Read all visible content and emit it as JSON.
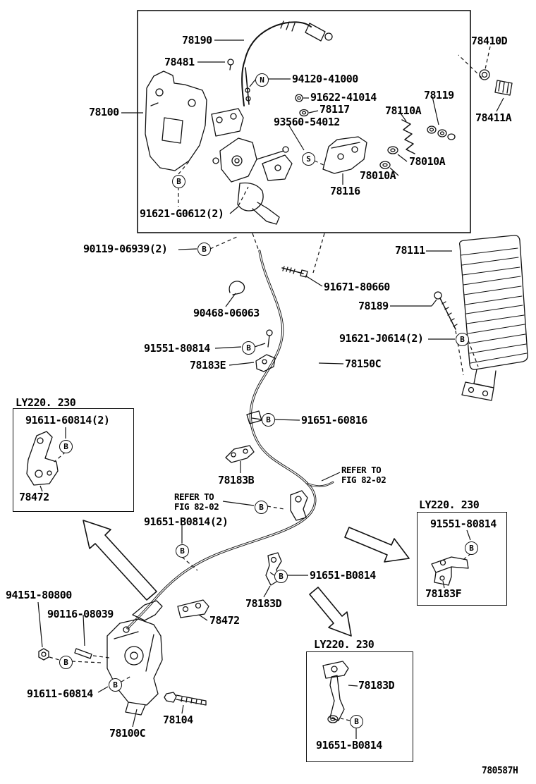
{
  "diagram": {
    "title_hint": "accelerator pedal and throttle link exploded parts diagram",
    "footer": "780587H",
    "variant": "LY220. 230",
    "refer1": "REFER TO",
    "refer2": "FIG 82-02",
    "connector_letters": {
      "B": "B",
      "N": "N",
      "S": "S"
    },
    "labels": {
      "p78190": "78190",
      "p78481": "78481",
      "p78410D": "78410D",
      "p94120_41000": "94120-41000",
      "p91622_41014": "91622-41014",
      "p78117": "78117",
      "p78119": "78119",
      "p78110A": "78110A",
      "p93560_54012": "93560-54012",
      "p78100": "78100",
      "p78411A": "78411A",
      "p78010A": "78010A",
      "p78116": "78116",
      "p91621_G0612_2": "91621-G0612(2)",
      "p90119_06939_2": "90119-06939(2)",
      "p78111": "78111",
      "p91671_80660": "91671-80660",
      "p78189": "78189",
      "p90468_06063": "90468-06063",
      "p91621_J0614_2": "91621-J0614(2)",
      "p91551_80814": "91551-80814",
      "p78183E": "78183E",
      "p78150C": "78150C",
      "p91651_60816": "91651-60816",
      "p91611_60814_2": "91611-60814(2)",
      "p78472": "78472",
      "p78183B": "78183B",
      "p91651_B0814_2": "91651-B0814(2)",
      "p78183F": "78183F",
      "p91651_B0814": "91651-B0814",
      "p78183D": "78183D",
      "p94151_80800": "94151-80800",
      "p90116_08039": "90116-08039",
      "p91611_60814": "91611-60814",
      "p78100C": "78100C",
      "p78104": "78104"
    }
  }
}
